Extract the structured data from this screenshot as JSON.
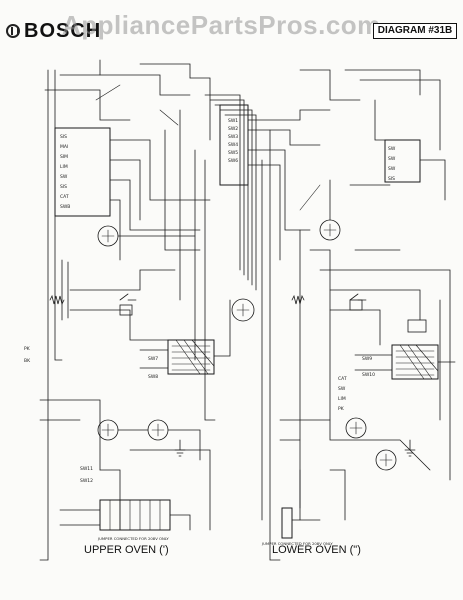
{
  "header": {
    "brand": "BOSCH",
    "watermark": "AppliancePartsPros.com",
    "diagram_label": "DIAGRAM #31B"
  },
  "captions": {
    "upper": "UPPER OVEN (')",
    "lower": "LOWER OVEN (\")"
  },
  "notes": {
    "upper_jumper": "JUMPER CONNECTED FOR 208V ONLY",
    "lower_jumper": "JUMPER CONNECTED FOR 208V ONLY"
  },
  "terminal_labels_upper": [
    "SIS",
    "MAI",
    "SIM",
    "LIM",
    "SW",
    "SIS",
    "CAT",
    "SWB",
    "PK",
    "BK"
  ],
  "terminal_labels_lower": [
    "SW",
    "SW",
    "SW",
    "SIS",
    "CAT",
    "SW",
    "LIM",
    "PK"
  ],
  "relay_labels": [
    "SW1",
    "SW2",
    "SW3",
    "SW4",
    "SW5",
    "SW6",
    "SW7",
    "SW8",
    "SW9",
    "SW10",
    "SW11",
    "SW12"
  ],
  "colors": {
    "ink": "#1a1a1a",
    "paper": "#fbfbf9",
    "watermark": "#9a9a9a"
  }
}
